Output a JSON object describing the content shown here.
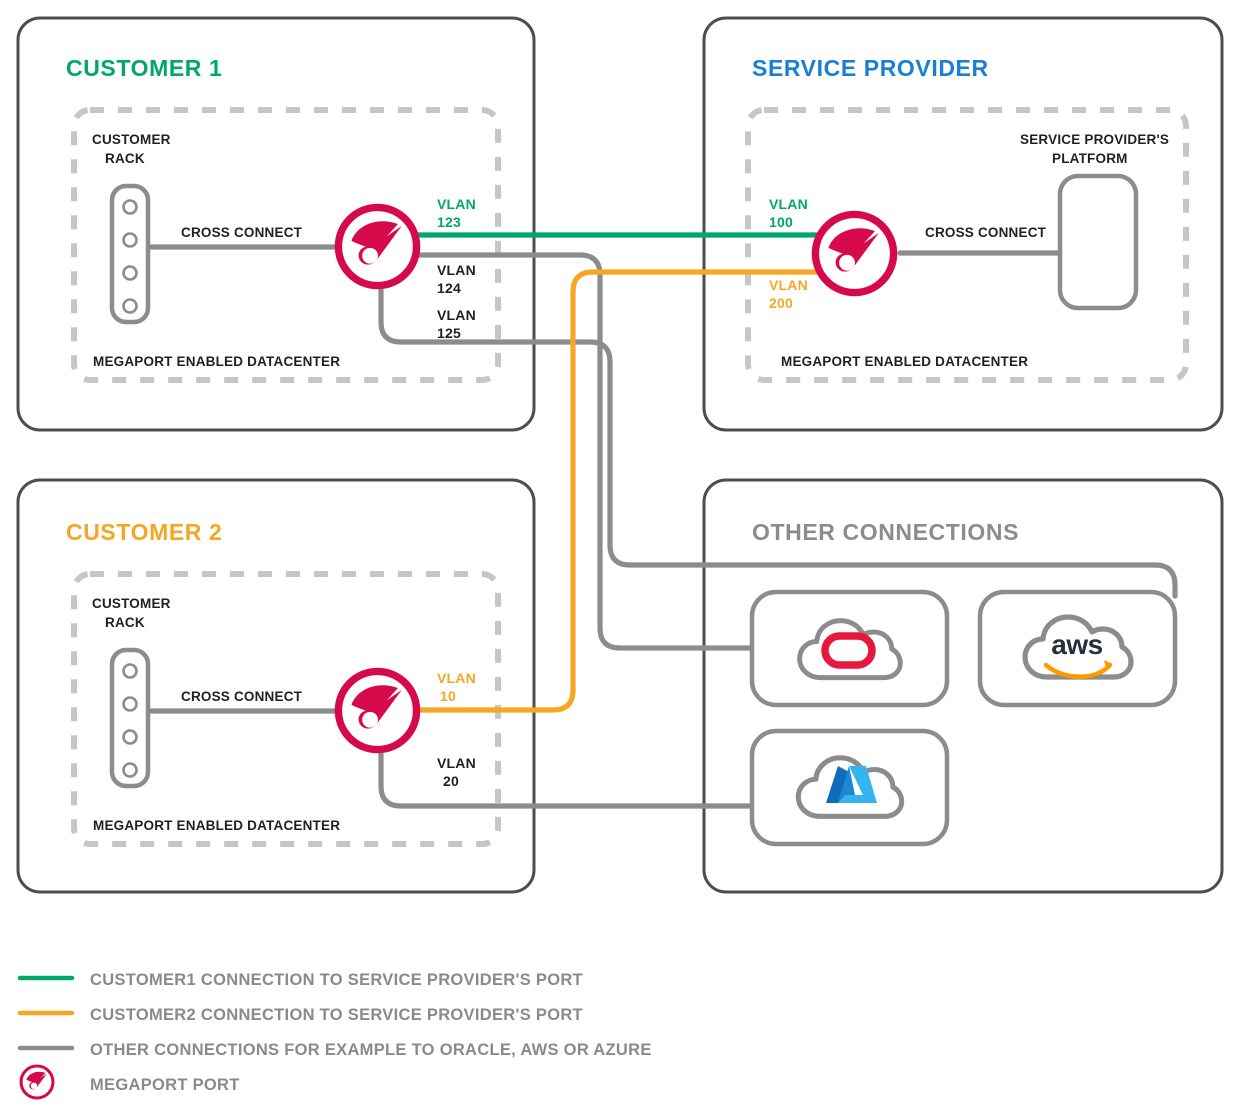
{
  "colors": {
    "green": "#00A865",
    "orange": "#F5A623",
    "gray_line": "#8C8C8C",
    "dark_border": "#4D4D4D",
    "dashed_border": "#C6C6C6",
    "megaport_red": "#D6094B",
    "blue": "#1A7FD4",
    "text_dark": "#231F20",
    "legend_text": "#8A8A8A",
    "oracle_red": "#E8173D",
    "aws_text": "#252F3E",
    "aws_arrow": "#FF9900",
    "azure_blue": "#0F6CBD",
    "azure_light": "#35B4F2"
  },
  "panels": {
    "customer1": {
      "title": "CUSTOMER 1",
      "rack_label_line1": "CUSTOMER",
      "rack_label_line2": "RACK",
      "cross_connect": "CROSS CONNECT",
      "datacenter": "MEGAPORT ENABLED DATACENTER",
      "vlans": [
        {
          "name": "VLAN",
          "id": "123",
          "color": "green"
        },
        {
          "name": "VLAN",
          "id": "124",
          "color": "gray"
        },
        {
          "name": "VLAN",
          "id": "125",
          "color": "gray"
        }
      ]
    },
    "service_provider": {
      "title": "SERVICE PROVIDER",
      "platform_line1": "SERVICE PROVIDER'S",
      "platform_line2": "PLATFORM",
      "cross_connect": "CROSS CONNECT",
      "datacenter": "MEGAPORT ENABLED DATACENTER",
      "vlans": [
        {
          "name": "VLAN",
          "id": "100",
          "color": "green"
        },
        {
          "name": "VLAN",
          "id": "200",
          "color": "orange"
        }
      ]
    },
    "customer2": {
      "title": "CUSTOMER 2",
      "rack_label_line1": "CUSTOMER",
      "rack_label_line2": "RACK",
      "cross_connect": "CROSS CONNECT",
      "datacenter": "MEGAPORT ENABLED DATACENTER",
      "vlans": [
        {
          "name": "VLAN",
          "id": "10",
          "color": "orange"
        },
        {
          "name": "VLAN",
          "id": "20",
          "color": "gray"
        }
      ]
    },
    "other_connections": {
      "title": "OTHER CONNECTIONS",
      "providers": [
        {
          "name": "oracle",
          "label": ""
        },
        {
          "name": "aws",
          "label": "aws"
        },
        {
          "name": "azure",
          "label": ""
        }
      ]
    }
  },
  "legend": {
    "items": [
      {
        "swatch": "line-green",
        "label": "CUSTOMER1 CONNECTION TO SERVICE PROVIDER'S PORT"
      },
      {
        "swatch": "line-orange",
        "label": "CUSTOMER2 CONNECTION TO SERVICE PROVIDER'S PORT"
      },
      {
        "swatch": "line-gray",
        "label": "OTHER CONNECTIONS FOR EXAMPLE TO ORACLE, AWS OR AZURE"
      },
      {
        "swatch": "megaport-icon",
        "label": "MEGAPORT PORT"
      }
    ]
  }
}
